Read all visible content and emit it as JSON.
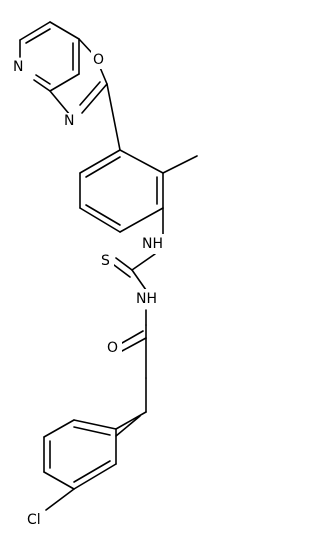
{
  "molecule": {
    "atoms": {
      "n_pyridine": "N",
      "o_oxazole": "O",
      "n_oxazole": "N",
      "nh_thiourea_1": "NH",
      "s_thione": "S",
      "nh_thiourea_2": "NH",
      "o_carbonyl": "O",
      "cl": "Cl"
    },
    "bond_color": "#000000",
    "background": "#ffffff"
  }
}
